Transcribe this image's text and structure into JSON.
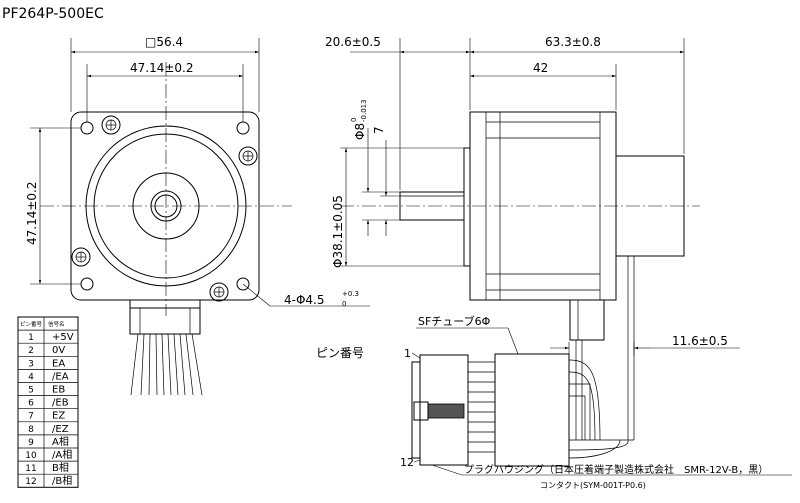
{
  "model": "PF264P-500EC",
  "front_view": {
    "square_dim": "□56.4",
    "hole_pitch_h": "47.14±0.2",
    "hole_pitch_v": "47.14±0.2",
    "hole_note_main": "4-Φ4.5",
    "hole_note_tol": "+0.3",
    "hole_note_tol_low": "0"
  },
  "side_view": {
    "shaft_len": "20.6±0.5",
    "body_len": "63.3±0.8",
    "flange_len": "42",
    "shaft_dia_main": "Φ8",
    "shaft_dia_tol": "0",
    "shaft_dia_tol_low": "-0.013",
    "flat_dim": "7",
    "pilot_dia": "Φ38.1±0.05"
  },
  "connector_view": {
    "tube_label": "SFチューブ6Φ",
    "pin_label": "ピン番号",
    "pin_first": "1",
    "pin_last": "12",
    "lead_dim": "11.6±0.5",
    "housing_note": "プラグハウジング（日本圧着端子製造株式会社　SMR-12V-B，黒）",
    "contact_note": "コンタクト(SYM-001T-P0.6)"
  },
  "pin_table": {
    "headers": [
      "ピン番号",
      "信号名"
    ],
    "rows": [
      [
        "1",
        "+5V"
      ],
      [
        "2",
        "0V"
      ],
      [
        "3",
        "EA"
      ],
      [
        "4",
        "/EA"
      ],
      [
        "5",
        "EB"
      ],
      [
        "6",
        "/EB"
      ],
      [
        "7",
        "EZ"
      ],
      [
        "8",
        "/EZ"
      ],
      [
        "9",
        "A相"
      ],
      [
        "10",
        "/A相"
      ],
      [
        "11",
        "B相"
      ],
      [
        "12",
        "/B相"
      ]
    ]
  }
}
